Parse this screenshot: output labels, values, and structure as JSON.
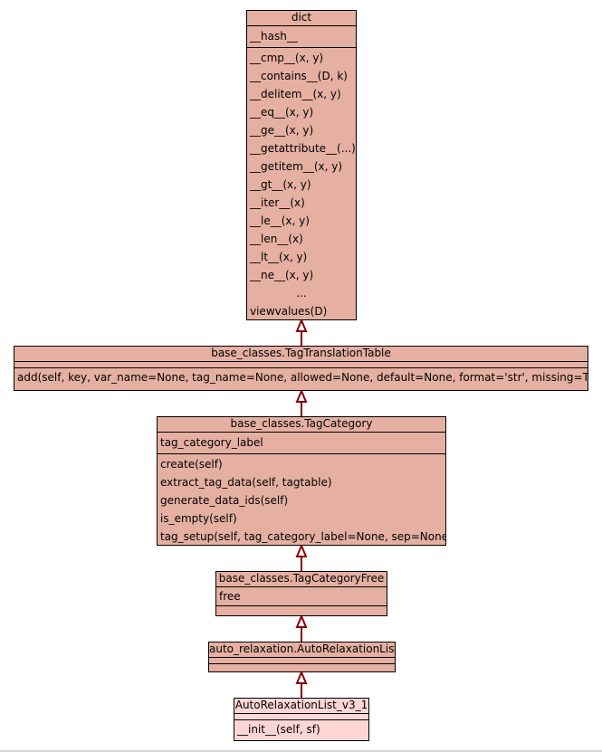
{
  "classes": {
    "dict": {
      "name": "dict",
      "attributes": [
        "__hash__"
      ],
      "methods": [
        "__cmp__(x, y)",
        "__contains__(D, k)",
        "__delitem__(x, y)",
        "__eq__(x, y)",
        "__ge__(x, y)",
        "__getattribute__(...)",
        "__getitem__(x, y)",
        "__gt__(x, y)",
        "__iter__(x)",
        "__le__(x, y)",
        "__len__(x)",
        "__lt__(x, y)",
        "__ne__(x, y)",
        "...",
        "viewvalues(D)"
      ]
    },
    "tag_translation_table": {
      "name": "base_classes.TagTranslationTable",
      "methods": [
        "add(self, key, var_name=None, tag_name=None, allowed=None, default=None, format='str', missing=True)"
      ]
    },
    "tag_category": {
      "name": "base_classes.TagCategory",
      "attributes": [
        "tag_category_label"
      ],
      "methods": [
        "create(self)",
        "extract_tag_data(self, tagtable)",
        "generate_data_ids(self)",
        "is_empty(self)",
        "tag_setup(self, tag_category_label=None, sep=None)"
      ]
    },
    "tag_category_free": {
      "name": "base_classes.TagCategoryFree",
      "attributes": [
        "free"
      ]
    },
    "auto_relaxation_list": {
      "name": "auto_relaxation.AutoRelaxationList"
    },
    "auto_relaxation_list_v3_1": {
      "name": "AutoRelaxationList_v3_1",
      "methods": [
        "__init__(self, sf)"
      ]
    }
  },
  "colors": {
    "class_fill": "#e5b0a1",
    "leaf_fill": "#fdd5d5",
    "arrow": "#8b0000",
    "border": "#000000"
  }
}
